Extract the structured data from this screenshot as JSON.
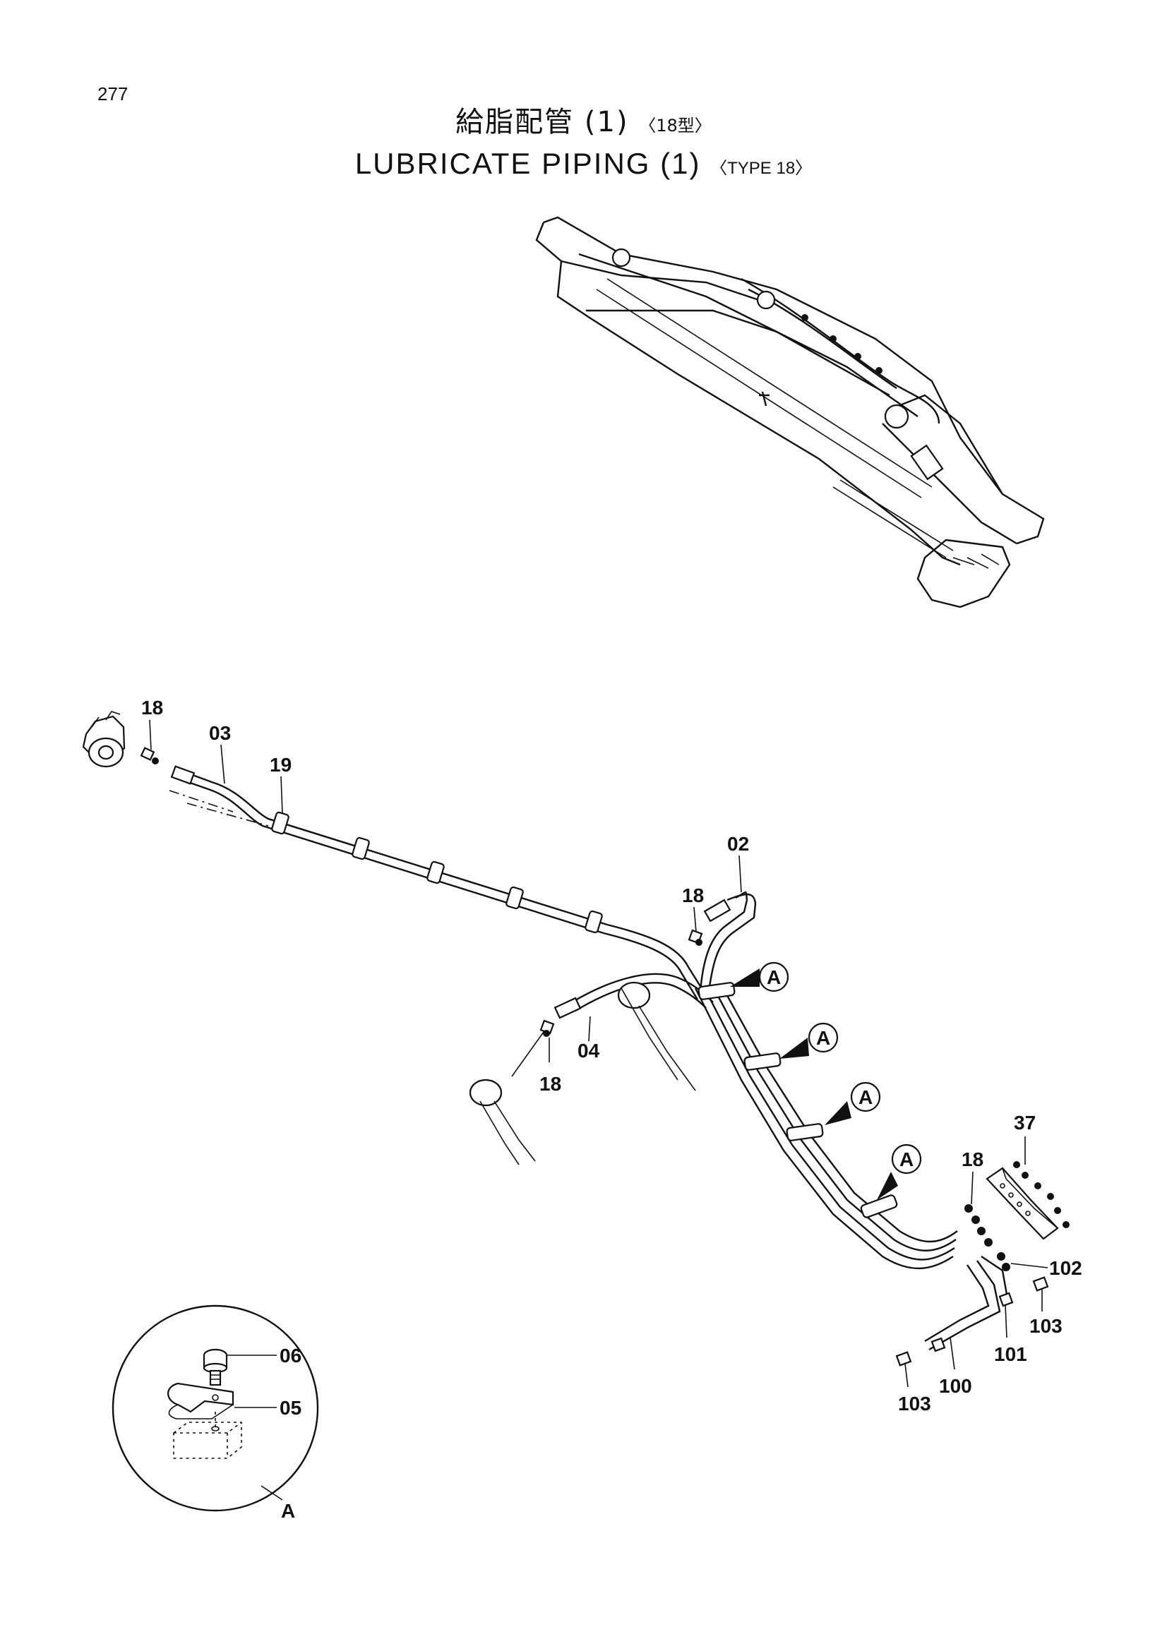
{
  "page_number": "277",
  "title": {
    "jp_main": "給脂配管 (1)",
    "jp_type": "〈18型〉",
    "en_main": "LUBRICATE PIPING (1)",
    "en_type": "〈TYPE 18〉"
  },
  "callouts": {
    "p18_left": "18",
    "p03": "03",
    "p19": "19",
    "p02": "02",
    "p18_mid": "18",
    "p04": "04",
    "p18_low": "18",
    "p37": "37",
    "p18_right": "18",
    "p102": "102",
    "p103_right": "103",
    "p101": "101",
    "p100": "100",
    "p103_low": "103",
    "p06": "06",
    "p05": "05"
  },
  "detail_markers": [
    "A",
    "A",
    "A",
    "A"
  ],
  "detail_view_label": "A"
}
